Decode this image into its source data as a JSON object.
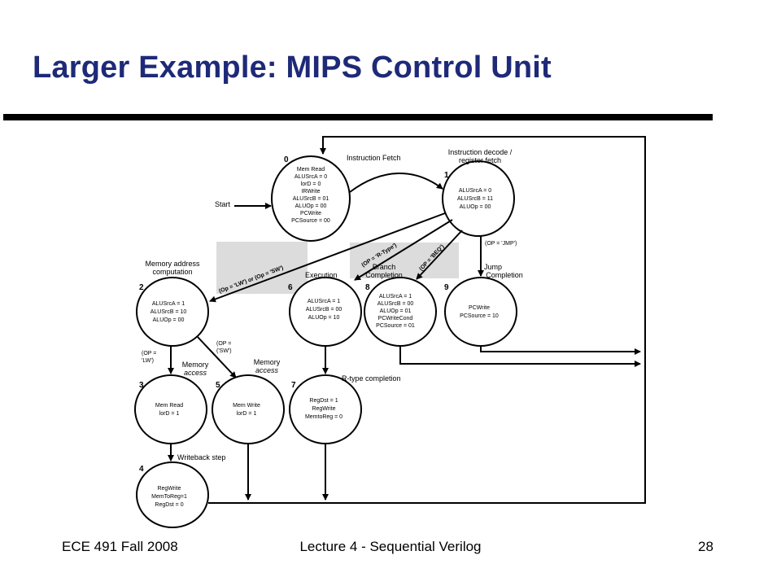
{
  "slide": {
    "title": "Larger Example: MIPS Control Unit"
  },
  "footer": {
    "left": "ECE 491 Fall 2008",
    "center": "Lecture 4 - Sequential Verilog",
    "right": "28"
  },
  "states": {
    "s0": {
      "num": "0",
      "caption": "Instruction Fetch",
      "lines": [
        "Mem Read",
        "ALUSrcA = 0",
        "lorD = 0",
        "IRWrite",
        "ALUSrcB = 01",
        "ALUOp = 00",
        "PCWrite",
        "PCSource = 00"
      ]
    },
    "s1": {
      "num": "1",
      "caption": [
        "Instruction decode /",
        "register fetch"
      ],
      "lines": [
        "ALUSrcA = 0",
        "ALUSrcB = 11",
        "ALUOp = 00"
      ]
    },
    "s2": {
      "num": "2",
      "caption": [
        "Memory address",
        "computation"
      ],
      "lines": [
        "ALUSrcA = 1",
        "ALUSrcB = 10",
        "ALUOp = 00"
      ]
    },
    "s3": {
      "num": "3",
      "lines": [
        "Mem Read",
        "lorD = 1"
      ]
    },
    "s4": {
      "num": "4",
      "caption": "Writeback step",
      "lines": [
        "RegWrite",
        "MemToReg=1",
        "RegDst = 0"
      ]
    },
    "s5": {
      "num": "5",
      "lines": [
        "Mem Write",
        "lorD = 1"
      ]
    },
    "s6": {
      "num": "6",
      "caption": "Execution",
      "lines": [
        "ALUSrcA = 1",
        "ALUSrcB = 00",
        "ALUOp = 10"
      ]
    },
    "s7": {
      "num": "7",
      "caption": "R-type completion",
      "lines": [
        "RegDst = 1",
        "RegWrite",
        "MemtoReg = 0"
      ]
    },
    "s8": {
      "num": "8",
      "caption": [
        "Branch",
        "Completion"
      ],
      "lines": [
        "ALUSrcA = 1",
        "ALUSrcB = 00",
        "ALUOp = 01",
        "PCWriteCond",
        "PCSource = 01"
      ]
    },
    "s9": {
      "num": "9",
      "caption": [
        "Jump",
        "Completion"
      ],
      "lines": [
        "PCWrite",
        "PCSource = 10"
      ]
    }
  },
  "labels": {
    "start": "Start",
    "mem_access_3": [
      "Memory",
      "access"
    ],
    "mem_access_5": [
      "Memory",
      "access"
    ]
  },
  "conditions": {
    "lw_sw": "(Op = 'LW') or (Op = 'SW')",
    "rtype": "(OP = 'R-Type')",
    "beq": "(OP = 'BEQ')",
    "jmp": "(OP = 'JMP')",
    "lw": [
      "(OP =",
      "'LW')"
    ],
    "sw": [
      "(OP =",
      "('SW')"
    ]
  }
}
